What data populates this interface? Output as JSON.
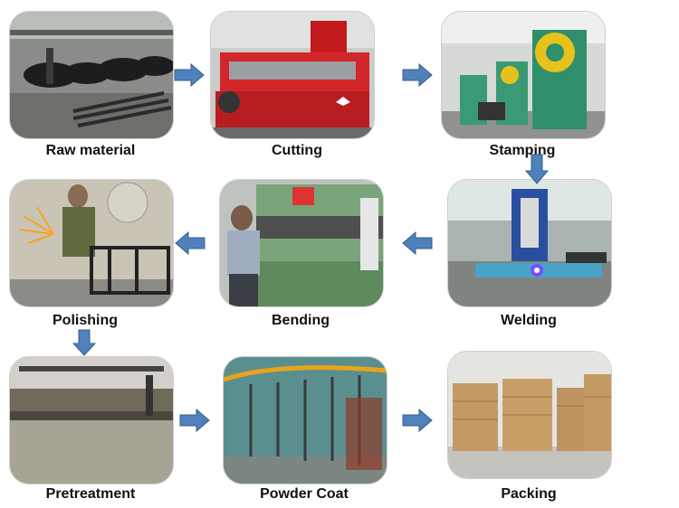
{
  "steps": [
    {
      "id": "raw-material",
      "label": "Raw material"
    },
    {
      "id": "cutting",
      "label": "Cutting"
    },
    {
      "id": "stamping",
      "label": "Stamping"
    },
    {
      "id": "welding",
      "label": "Welding"
    },
    {
      "id": "bending",
      "label": "Bending"
    },
    {
      "id": "polishing",
      "label": "Polishing"
    },
    {
      "id": "pretreatment",
      "label": "Pretreatment"
    },
    {
      "id": "powder-coat",
      "label": "Powder Coat"
    },
    {
      "id": "packing",
      "label": "Packing"
    }
  ],
  "colors": {
    "arrow": "#4f81bd",
    "arrow_stroke": "#385d8a",
    "label": "#111111"
  }
}
